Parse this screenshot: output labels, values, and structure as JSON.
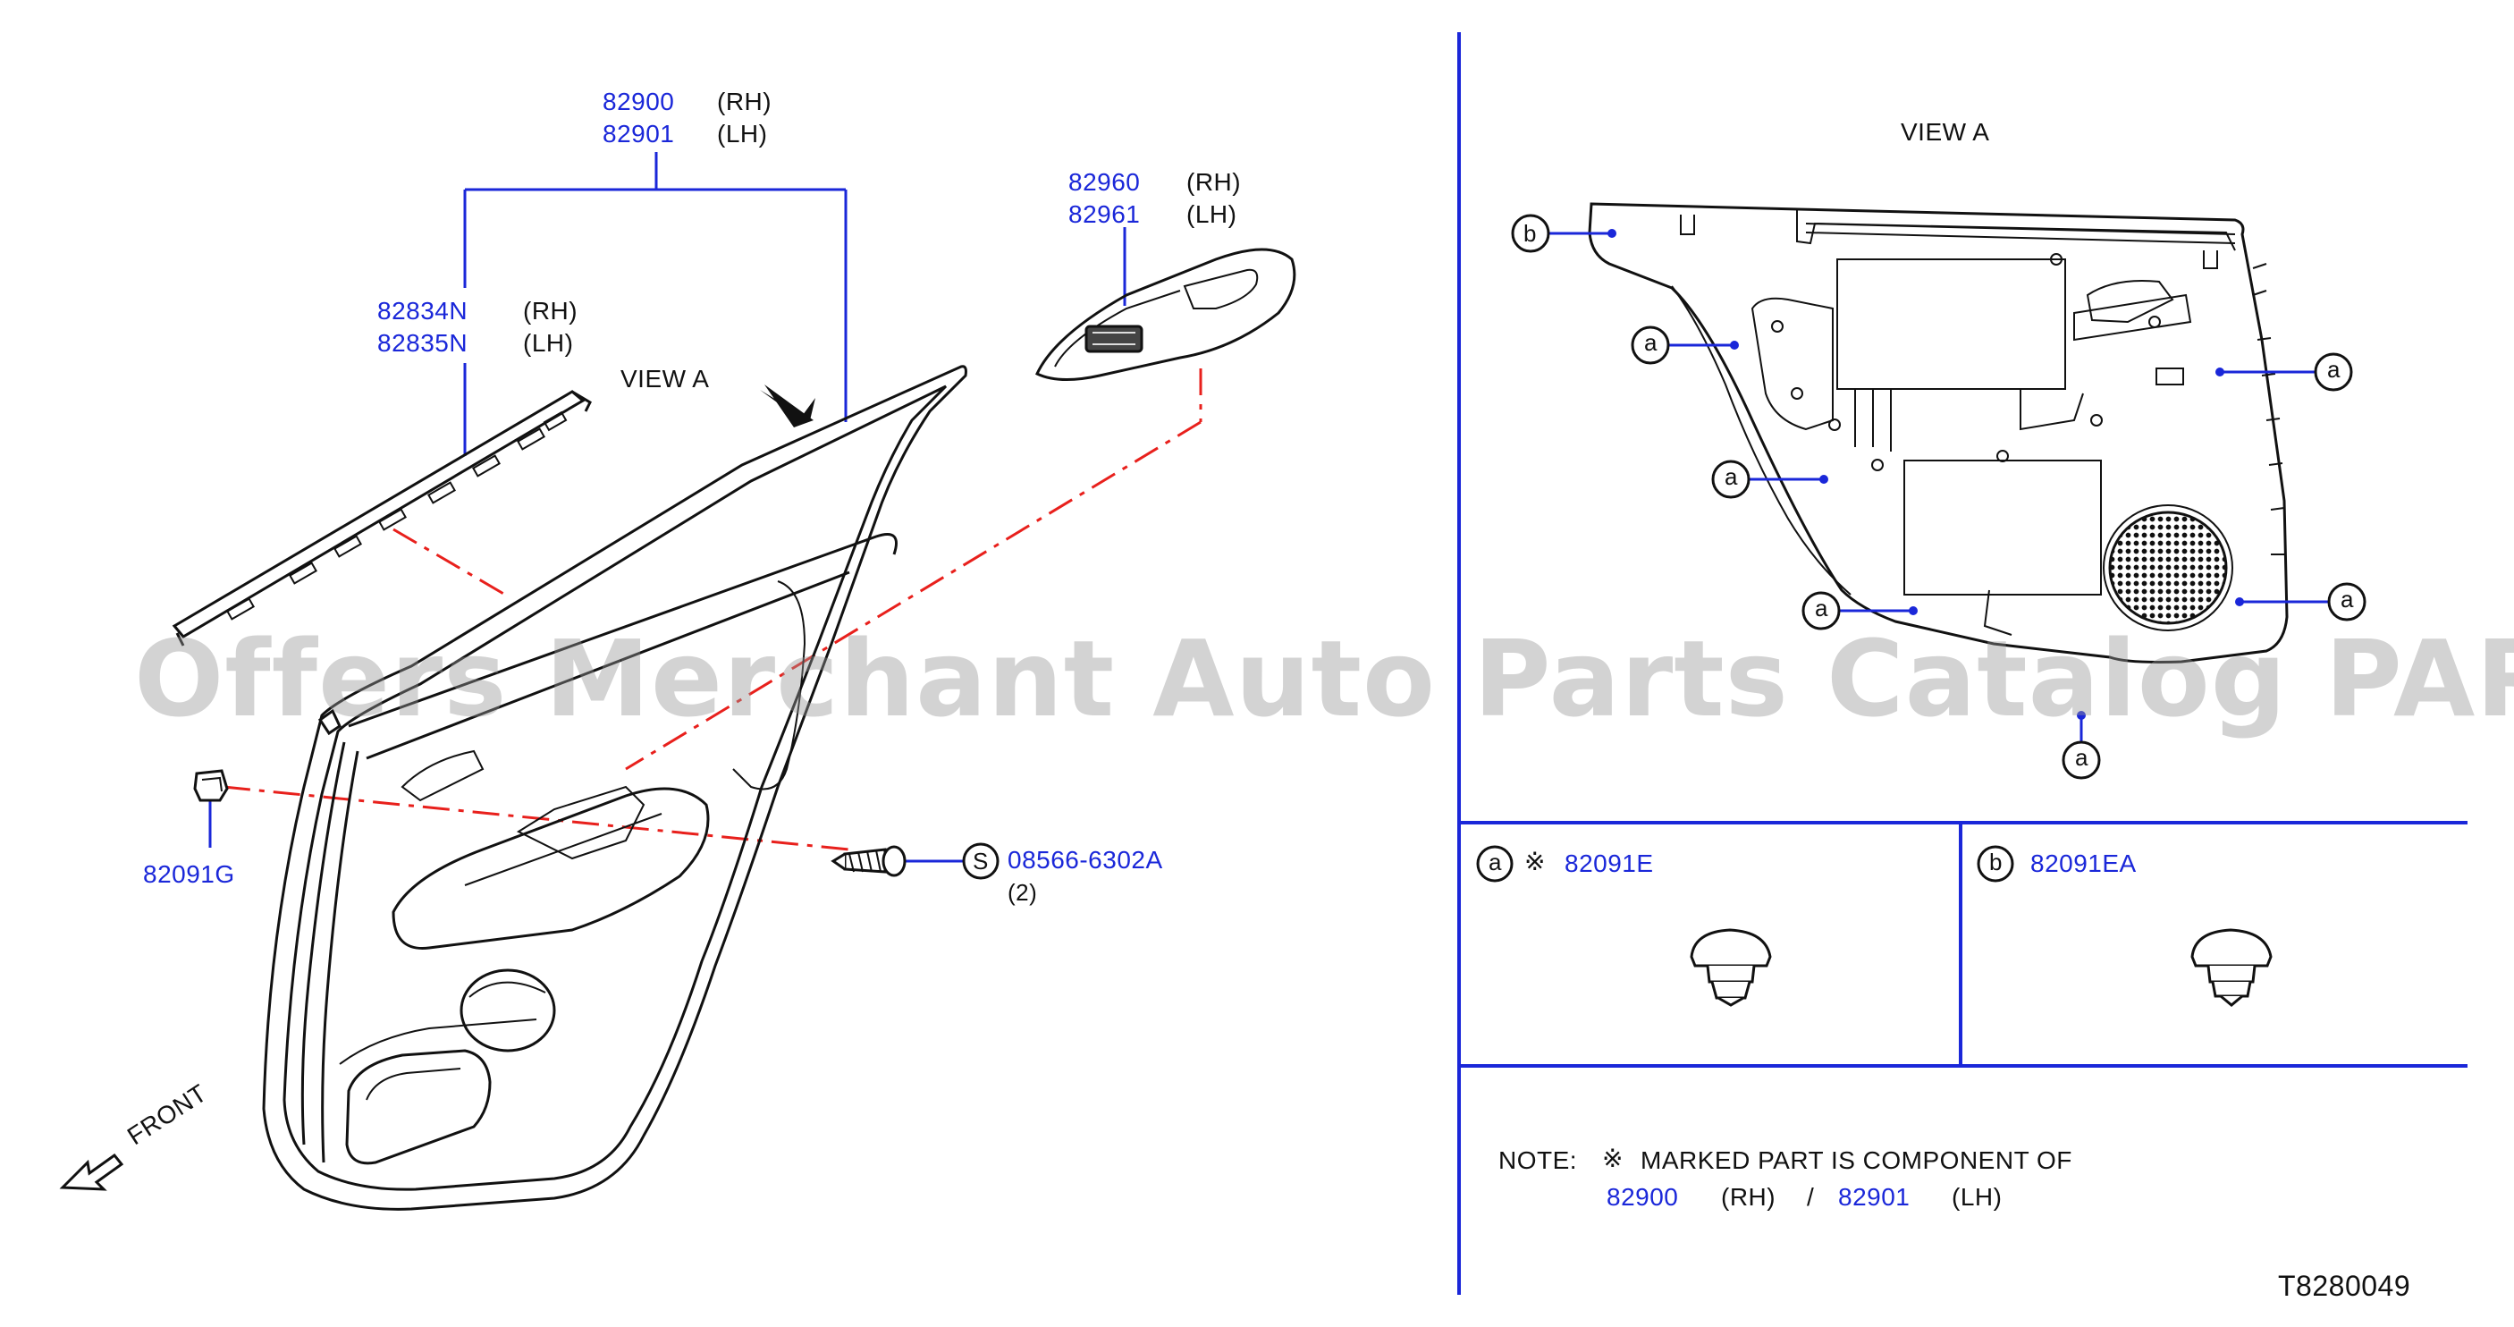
{
  "labels": {
    "p82900": "82900",
    "p82901": "82901",
    "p82900_side": "(RH)",
    "p82901_side": "(LH)",
    "p82960": "82960",
    "p82961": "82961",
    "p82960_side": "(RH)",
    "p82961_side": "(LH)",
    "p82834N": "82834N",
    "p82835N": "82835N",
    "p82834N_side": "(RH)",
    "p82835N_side": "(LH)",
    "view_a_left": "VIEW   A",
    "view_a_right": "VIEW   A",
    "p82091G": "82091G",
    "screw_symbol": "S",
    "p08566": "08566-6302A",
    "screw_qty": "(2)",
    "front": "FRONT",
    "callout_a": "a",
    "callout_b": "b"
  },
  "legend": {
    "a_letter": "a",
    "a_mark": "※",
    "a_part": "82091E",
    "b_letter": "b",
    "b_part": "82091EA"
  },
  "note": {
    "prefix": "NOTE:",
    "mark": "※",
    "text": "MARKED   PART   IS   COMPONENT   OF",
    "part_rh": "82900",
    "rh": "(RH)",
    "slash": "/",
    "part_lh": "82901",
    "lh": "(LH)"
  },
  "diagram_code": "T8280049",
  "watermark": "Offers Merchant Auto Parts Catalog PARTSTORE.SA",
  "colors": {
    "part_number": "#1a27d9",
    "leader_line": "#1a27d9",
    "dash_line": "#e8201c",
    "outline": "#111111",
    "watermark": "#9a9a9a"
  }
}
